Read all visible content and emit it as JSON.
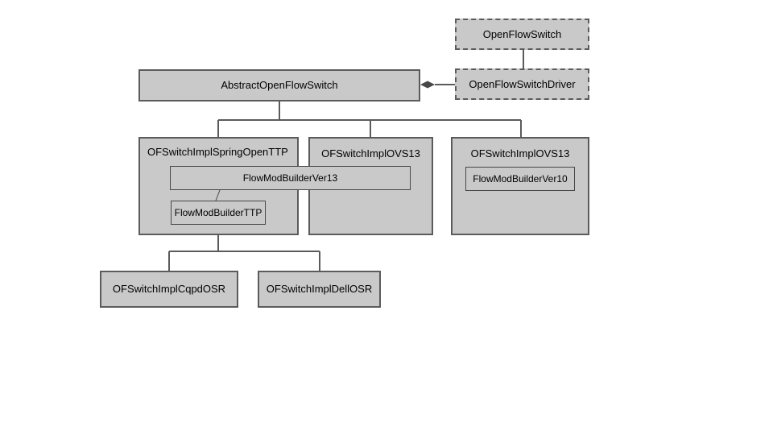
{
  "diagram": {
    "colors": {
      "background": "#ffffff",
      "node_fill": "#c9c9c9",
      "node_border": "#5b5b5b",
      "inner_border": "#474747",
      "connector": "#5b5b5b",
      "text": "#000000"
    },
    "nodes": {
      "open_flow_switch": {
        "label": "OpenFlowSwitch"
      },
      "open_flow_switch_driver": {
        "label": "OpenFlowSwitchDriver"
      },
      "abstract_open_flow_switch": {
        "label": "AbstractOpenFlowSwitch"
      },
      "of_switch_impl_spring_ttp": {
        "label": "OFSwitchImplSpringOpenTTP"
      },
      "of_switch_impl_ovs13_mid": {
        "label": "OFSwitchImplOVS13"
      },
      "of_switch_impl_ovs13_right": {
        "label": "OFSwitchImplOVS13"
      },
      "flow_mod_builder_ver13": {
        "label": "FlowModBuilderVer13"
      },
      "flow_mod_builder_ttp": {
        "label": "FlowModBuilderTTP"
      },
      "flow_mod_builder_ver10": {
        "label": "FlowModBuilderVer10"
      },
      "of_switch_impl_cqpd_osr": {
        "label": "OFSwitchImplCqpdOSR"
      },
      "of_switch_impl_dell_osr": {
        "label": "OFSwitchImplDellOSR"
      }
    },
    "edges": [
      {
        "from": "OpenFlowSwitch",
        "to": "OpenFlowSwitchDriver",
        "type": "association"
      },
      {
        "from": "OpenFlowSwitchDriver",
        "to": "AbstractOpenFlowSwitch",
        "type": "aggregation (filled diamond at AbstractOpenFlowSwitch)"
      },
      {
        "from": "AbstractOpenFlowSwitch",
        "to": "OFSwitchImplSpringOpenTTP",
        "type": "hierarchy"
      },
      {
        "from": "AbstractOpenFlowSwitch",
        "to": "OFSwitchImplOVS13 (middle)",
        "type": "hierarchy"
      },
      {
        "from": "AbstractOpenFlowSwitch",
        "to": "OFSwitchImplOVS13 (right)",
        "type": "hierarchy"
      },
      {
        "from": "FlowModBuilderVer13",
        "to": "FlowModBuilderTTP",
        "type": "association"
      },
      {
        "from": "OFSwitchImplSpringOpenTTP",
        "to": "OFSwitchImplCqpdOSR",
        "type": "hierarchy"
      },
      {
        "from": "OFSwitchImplSpringOpenTTP",
        "to": "OFSwitchImplDellOSR",
        "type": "hierarchy"
      }
    ]
  }
}
